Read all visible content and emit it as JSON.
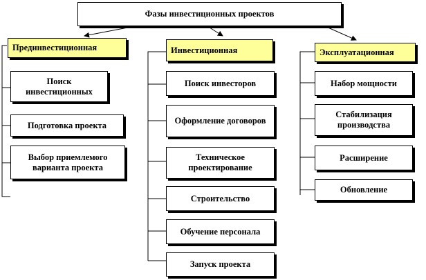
{
  "title": "Фазы инвестиционных проектов",
  "phases": [
    {
      "name": "Прединвестиционная",
      "items": [
        "Поиск инвестиционных",
        "Подготовка проекта",
        "Выбор приемлемого варианта проекта"
      ]
    },
    {
      "name": "Инвестиционная",
      "items": [
        "Поиск инвесторов",
        "Оформление договоров",
        "Техническое проектирование",
        "Строительство",
        "Обучение персонала",
        "Запуск проекта"
      ]
    },
    {
      "name": "Эксплуатационная",
      "items": [
        "Набор мощности",
        "Стабилизация производства",
        "Расширение",
        "Обновление"
      ]
    }
  ]
}
